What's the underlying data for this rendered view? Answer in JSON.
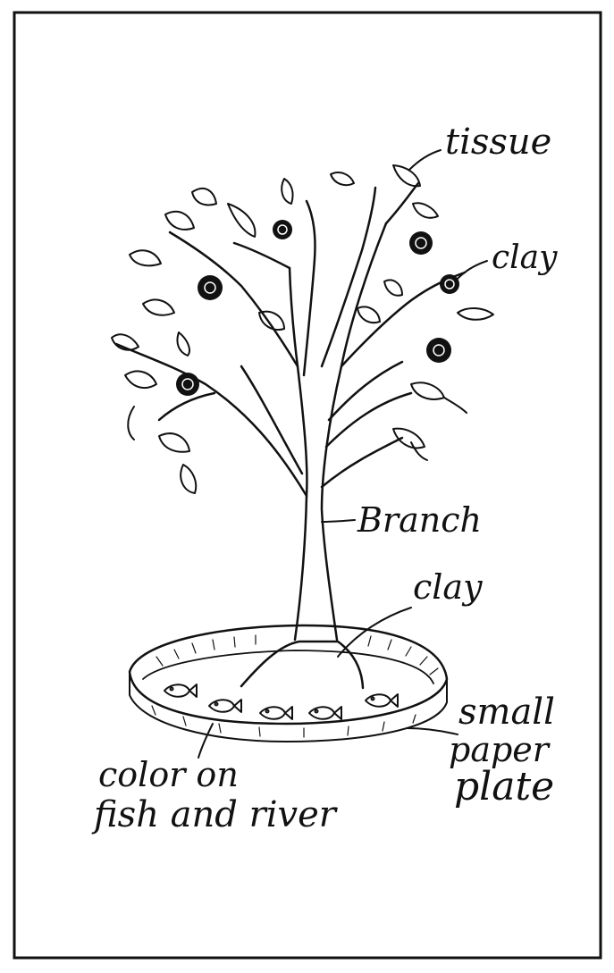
{
  "labels": {
    "tissue": "tissue",
    "clay_top": "clay",
    "branch": "Branch",
    "clay_base": "clay",
    "plate_line1": "small",
    "plate_line2": "paper",
    "plate_line3": "plate",
    "color_line1": "color on",
    "color_line2": "fish and river"
  },
  "colors": {
    "ink": "#111111",
    "paper": "#ffffff"
  }
}
